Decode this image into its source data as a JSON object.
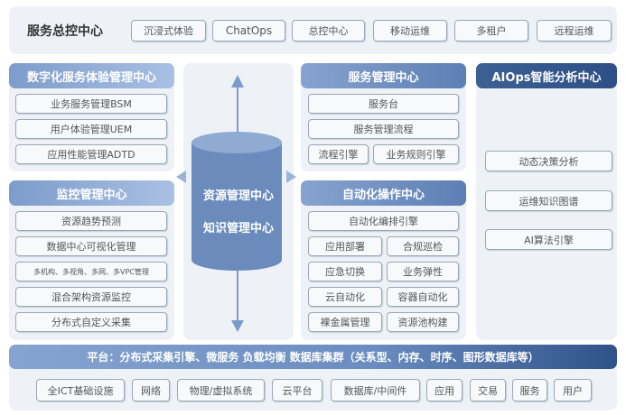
{
  "top": {
    "title": "服务总控中心",
    "chips": [
      "沉浸式体验",
      "ChatOps",
      "总控中心",
      "移动运维",
      "多租户",
      "远程运维"
    ]
  },
  "dx": {
    "title": "数字化服务体验管理中心",
    "items": [
      "业务服务管理BSM",
      "用户体验管理UEM",
      "应用性能管理ADTD"
    ]
  },
  "monitor": {
    "title": "监控管理中心",
    "items": [
      "资源趋势预测",
      "数据中心可视化管理",
      "多机构、多视角、多网、多VPC管理",
      "混合架构资源监控",
      "分布式自定义采集"
    ]
  },
  "center": {
    "line1": "资源管理中心",
    "line2": "知识管理中心"
  },
  "service": {
    "title": "服务管理中心",
    "items": [
      "服务台",
      "服务管理流程"
    ],
    "pair": [
      "流程引擎",
      "业务规则引擎"
    ]
  },
  "auto": {
    "title": "自动化操作中心",
    "first": "自动化编排引擎",
    "pairs": [
      "应用部署",
      "合规巡检",
      "应急切换",
      "业务弹性",
      "云自动化",
      "容器自动化",
      "裸金属管理",
      "资源池构建"
    ]
  },
  "aiops": {
    "title": "AIOps智能分析中心",
    "items": [
      "动态决策分析",
      "运维知识图谱",
      "AI算法引擎"
    ]
  },
  "platform": {
    "title": "平台：分布式采集引擎、微服务 负载均衡 数据库集群（关系型、内存、时序、图形数据库等）"
  },
  "bottom": {
    "chips": [
      "全ICT基础设施",
      "网络",
      "物理/虚拟系统",
      "云平台",
      "数据库/中间件",
      "应用",
      "交易",
      "服务",
      "用户"
    ]
  }
}
